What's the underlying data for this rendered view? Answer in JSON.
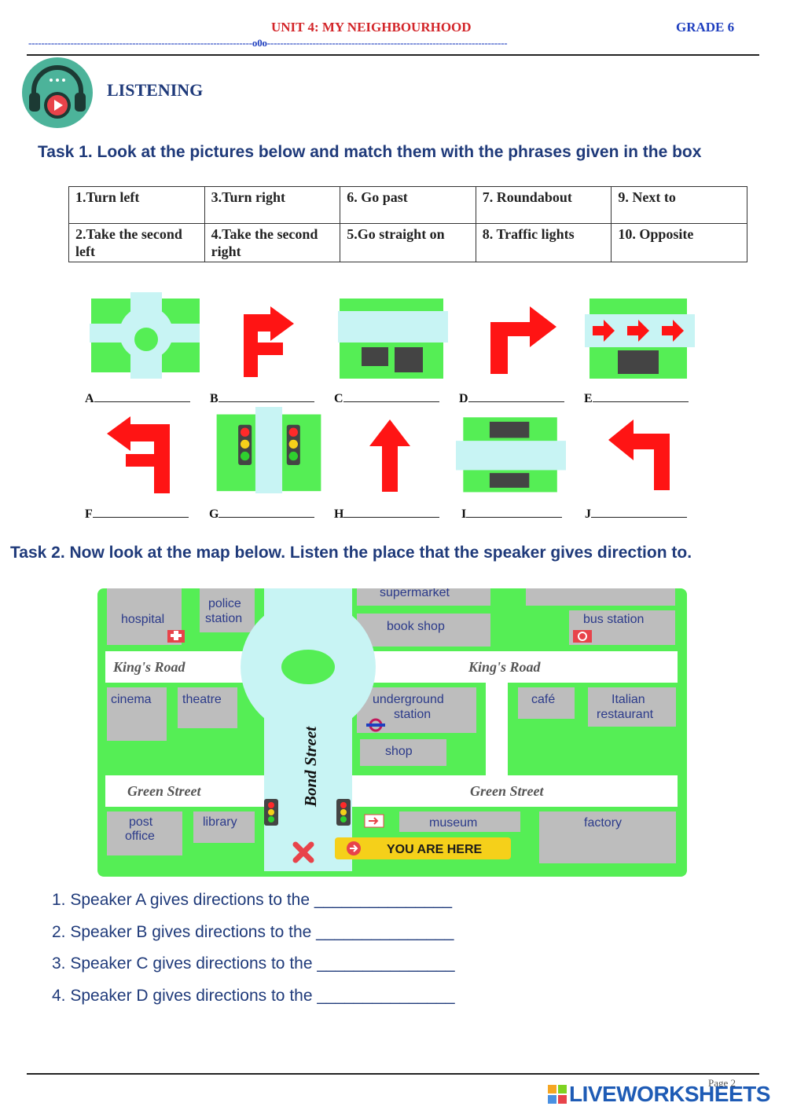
{
  "header": {
    "unit_title": "UNIT 4: MY NEIGHBOURHOOD",
    "grade": "GRADE 6",
    "divider": "---------------------------------------------------------------------o0o--------------------------------------------------------------------------"
  },
  "section_title": "LISTENING",
  "task1": {
    "title": "Task 1. Look at the pictures below and match them with the phrases given in the box",
    "phrases": [
      [
        "1.Turn left",
        "3.Turn right",
        "6. Go past",
        "7. Roundabout",
        "9. Next to"
      ],
      [
        "2.Take the second left",
        "4.Take the second right",
        "5.Go straight on",
        "8. Traffic lights",
        "10. Opposite"
      ]
    ],
    "picture_labels": [
      "A",
      "B",
      "C",
      "D",
      "E",
      "F",
      "G",
      "H",
      "I",
      "J"
    ]
  },
  "task2": {
    "title": "Task 2. Now look at the map below. Listen the place that the speaker gives direction to.",
    "map_labels": {
      "hospital": "hospital",
      "police": [
        "police",
        "station"
      ],
      "supermarket": "supermarket",
      "book_shop": "book shop",
      "bus_station": "bus station",
      "kings_road": "King's Road",
      "cinema": "cinema",
      "theatre": "theatre",
      "underground": [
        "underground",
        "station"
      ],
      "cafe": "café",
      "italian": [
        "Italian",
        "restaurant"
      ],
      "shop": "shop",
      "bond_street": "Bond Street",
      "green_street": "Green Street",
      "post_office": [
        "post",
        "office"
      ],
      "library": "library",
      "museum": "museum",
      "factory": "factory",
      "you_are_here": "YOU ARE HERE"
    },
    "questions": [
      "1.  Speaker A gives directions to the _______________",
      "2.  Speaker B gives directions to the _______________",
      "3.  Speaker C gives directions to the _______________",
      "4.  Speaker D gives directions to the _______________"
    ]
  },
  "footer": {
    "page": "Page 2",
    "brand": "LIVEWORKSHEETS"
  },
  "colors": {
    "green": "#55ee55",
    "road": "#c8f4f4",
    "building": "#bdbdbd",
    "arrow": "#ff1414",
    "dark": "#444444"
  }
}
